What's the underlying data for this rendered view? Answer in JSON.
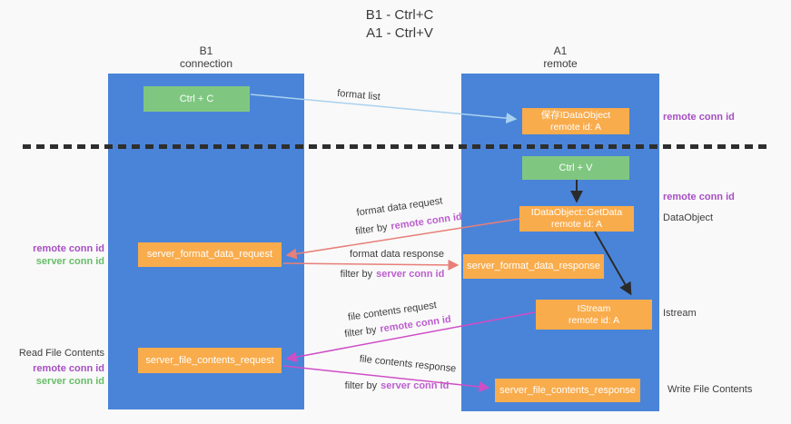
{
  "title": {
    "line1": "B1 - Ctrl+C",
    "line2": "A1 - Ctrl+V"
  },
  "lifelines": {
    "left": {
      "name": "B1",
      "role": "connection"
    },
    "right": {
      "name": "A1",
      "role": "remote"
    }
  },
  "boxes": {
    "ctrl_c": {
      "label": "Ctrl + C"
    },
    "save_dataobject": {
      "line1": "保存IDataObject",
      "line2": "remote id: A"
    },
    "ctrl_v": {
      "label": "Ctrl + V"
    },
    "getdata": {
      "line1": "IDataObject::GetData",
      "line2": "remote id: A"
    },
    "format_request": {
      "label": "server_format_data_request"
    },
    "format_response": {
      "label": "server_format_data_response"
    },
    "istream": {
      "line1": "IStream",
      "line2": "remote id: A"
    },
    "file_request": {
      "label": "server_file_contents_request"
    },
    "file_response": {
      "label": "server_file_contents_response"
    }
  },
  "arrow_labels": {
    "format_list": "format list",
    "format_data_request": "format data request",
    "format_data_response": "format data response",
    "file_contents_request": "file contents request",
    "file_contents_response": "file contents response",
    "filter_by": "filter by",
    "remote_conn_id": "remote conn id",
    "server_conn_id": "server conn id"
  },
  "annotations": {
    "right_remote_conn_id_top": "remote conn id",
    "right_remote_conn_id_mid": "remote conn id",
    "dataobject": "DataObject",
    "istream": "Istream",
    "write_file_contents": "Write File Contents",
    "left_remote_conn_id_mid": "remote conn id",
    "left_server_conn_id_mid": "server conn id",
    "read_file_contents": "Read File Contents",
    "left_remote_conn_id_bottom": "remote conn id",
    "left_server_conn_id_bottom": "server conn id"
  },
  "colors": {
    "bg": "#f9f9f9",
    "column_blue": "#4a84d8",
    "box_green": "#7fc781",
    "box_orange": "#f9ac4c",
    "purple": "#a64fc3",
    "purple_light": "#bc5ece",
    "green_text": "#67bd68",
    "arrow_blue": "#a9d2f0",
    "arrow_red": "#e87f78",
    "arrow_magenta": "#cf4ec6",
    "arrow_black": "#2b2b2b",
    "divider_black": "#2e2e2e"
  }
}
